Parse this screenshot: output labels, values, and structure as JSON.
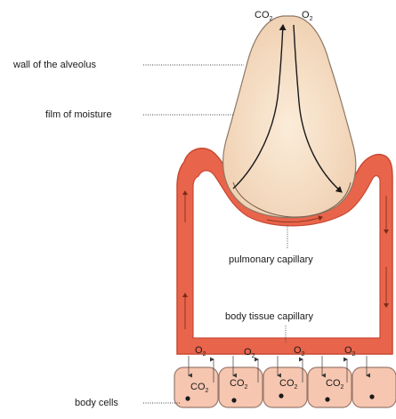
{
  "diagram": {
    "labels": {
      "wall": "wall of the alveolus",
      "film": "film of moisture",
      "pulmonary": "pulmonary capillary",
      "body_tissue": "body tissue capillary",
      "body_cells": "body cells"
    },
    "gases": {
      "co2_base": "CO",
      "o2_base": "O",
      "subscript": "2"
    },
    "colors": {
      "capillary_fill": "#e8644a",
      "capillary_edge": "#c94a33",
      "alveolus_fill": "#f4d9bf",
      "alveolus_edge": "#8c7867",
      "cell_fill": "#f6c6b0",
      "cell_edge": "#9a7a6e",
      "arrow": "#1a1a1a"
    }
  }
}
